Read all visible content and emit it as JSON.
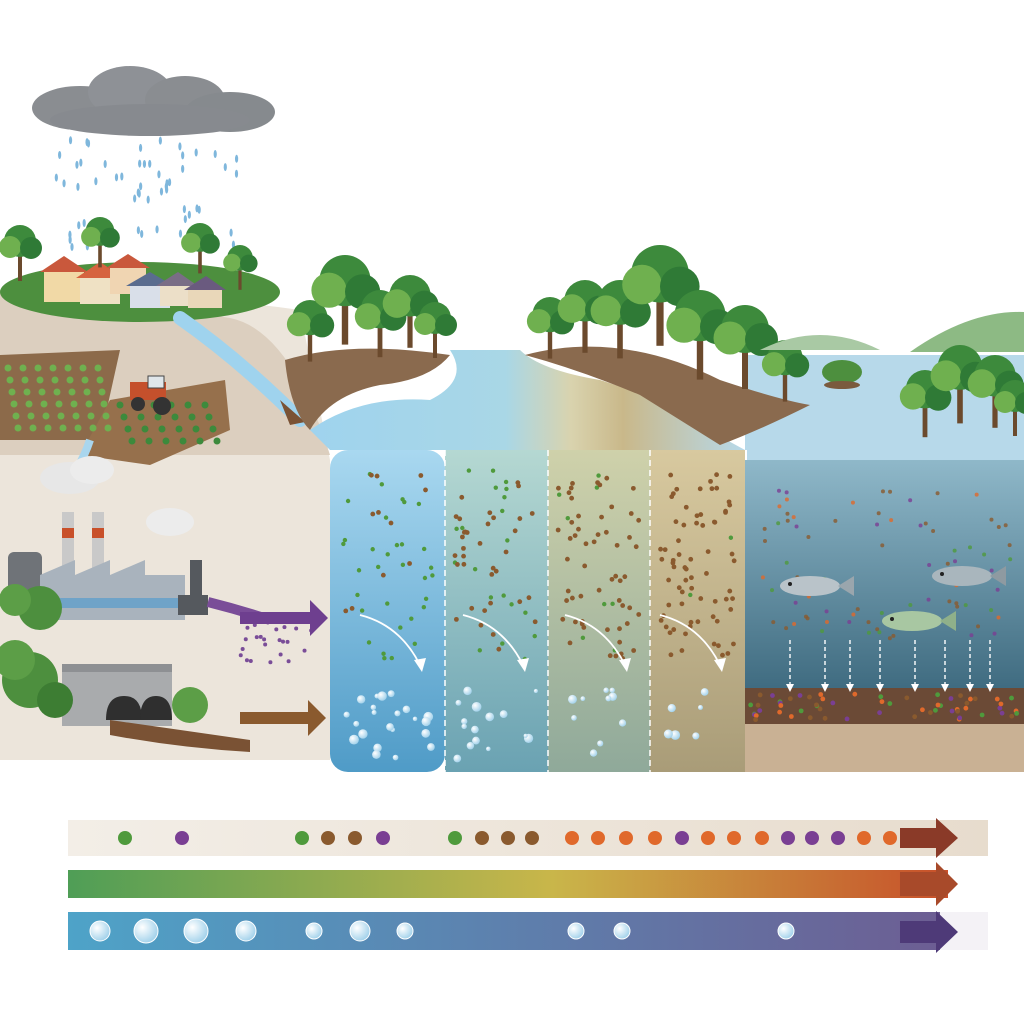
{
  "colors": {
    "sky": "#ffffff",
    "cloud": "#8a8d91",
    "rain": "#7fb7dc",
    "land": "#e9e1d6",
    "soil": "#b9a48c",
    "water_clear": "#7fc0e6",
    "water_turbid": "#b9a477",
    "deep_water": "#4e7f93",
    "sediment": "#6b4a36",
    "foliage": "#3d8a3c",
    "foliage_light": "#6fb04f",
    "trunk": "#6b4a2d",
    "factory": "#a9b3bd",
    "effluent": "#7a4d98",
    "runoff_brown": "#7a5234",
    "green_particle": "#4f9a3c",
    "brown_particle": "#8a5a2e",
    "orange_particle": "#e0692b",
    "purple_particle": "#7a3f93",
    "bubble": "#cfe9f8",
    "bar_gradient_start": "#4f9e56",
    "bar_gradient_mid": "#c9b64a",
    "bar_gradient_end": "#c8502a",
    "oxygen_start": "#4ea3c8",
    "oxygen_end": "#6e5a90"
  },
  "icons": {
    "cloud": "rain-cloud-icon",
    "village": "house-icon",
    "farm": "tractor-icon",
    "factory": "factory-icon",
    "culvert": "culvert-pipe-icon",
    "fish": "fish-icon",
    "arrow": "arrow-right-icon"
  },
  "water_columns": [
    {
      "clarity": 1.0,
      "green": 0.8,
      "brown": 0.15,
      "bubbles": 1.0
    },
    {
      "clarity": 0.75,
      "green": 0.5,
      "brown": 0.5,
      "bubbles": 0.7
    },
    {
      "clarity": 0.5,
      "green": 0.2,
      "brown": 0.8,
      "bubbles": 0.45
    },
    {
      "clarity": 0.3,
      "green": 0.05,
      "brown": 1.0,
      "bubbles": 0.25
    }
  ],
  "legend_bars": {
    "nutrient_particles": [
      "green",
      "purple",
      "green",
      "brown",
      "brown",
      "purple",
      "green",
      "brown",
      "brown",
      "brown",
      "orange",
      "orange",
      "orange",
      "orange",
      "purple",
      "orange",
      "orange",
      "orange",
      "purple",
      "purple",
      "purple",
      "orange",
      "orange"
    ],
    "oxygen_bubbles": [
      3,
      4,
      4,
      3,
      2,
      3,
      2,
      2,
      2,
      2
    ]
  }
}
